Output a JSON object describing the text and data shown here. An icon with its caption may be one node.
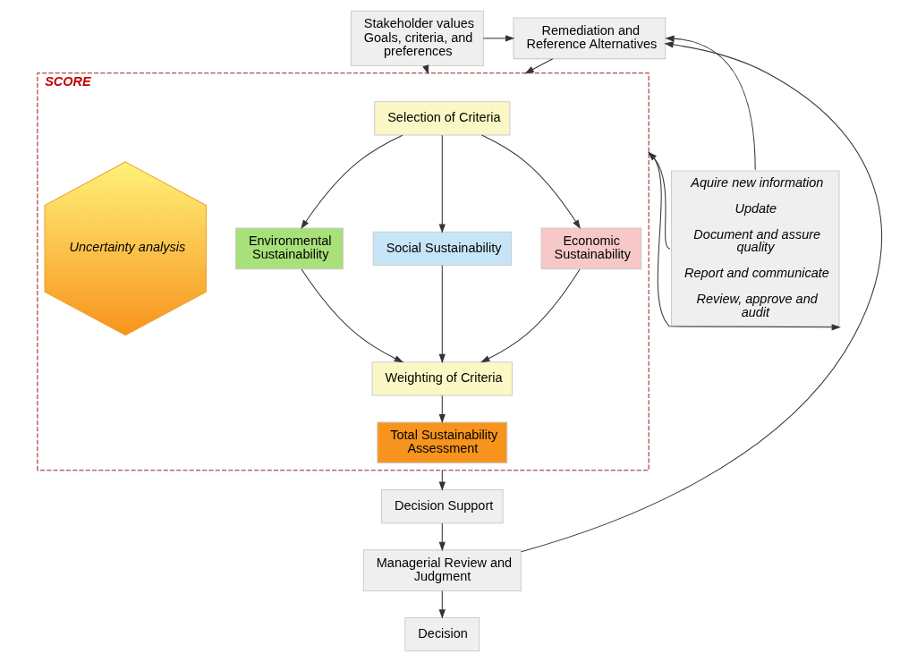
{
  "diagram": {
    "nodes": [
      {
        "text": [
          "Stakeholder values Goals, criteria, and preferences"
        ]
      },
      {
        "text": [
          "Remediation and Reference Alternatives"
        ]
      },
      {
        "text": [
          "SCORE"
        ]
      },
      {
        "text": [
          "Selection of Criteria"
        ],
        "in": 2
      },
      {
        "text": [
          "Environmental Sustainability"
        ],
        "in": 2
      },
      {
        "text": [
          "Social Sustainability"
        ],
        "in": 2
      },
      {
        "text": [
          "Economic Sustainability"
        ],
        "in": 2
      },
      {
        "text": [
          "Weighting of Criteria"
        ],
        "in": 2
      },
      {
        "text": [
          "Total Sustainability Assessment"
        ],
        "in": 2
      },
      {
        "text": [
          "Uncertainty analysis"
        ],
        "in": 2
      },
      {
        "text": [
          "Aquire new information",
          "Update",
          "Document and assure quality",
          "Report and communicate",
          "Review, approve and audit"
        ]
      },
      {
        "text": [
          "Decision Support"
        ]
      },
      {
        "text": [
          "Managerial Review and Judgment"
        ]
      },
      {
        "text": [
          "Decision"
        ]
      }
    ],
    "edges": [
      {
        "from": 0,
        "to": 1,
        "arrow": "to"
      },
      {
        "from": 0,
        "to": 2,
        "arrow": "to"
      },
      {
        "from": 1,
        "to": 2,
        "arrow": "to"
      },
      {
        "from": 10,
        "to": 1,
        "arrow": "to"
      },
      {
        "from": 10,
        "to": 2,
        "arrow": "to"
      },
      {
        "from": 2,
        "to": 10,
        "arrow": "to"
      },
      {
        "from": 3,
        "to": 4,
        "arrow": "to"
      },
      {
        "from": 3,
        "to": 5,
        "arrow": "to"
      },
      {
        "from": 3,
        "to": 6,
        "arrow": "to"
      },
      {
        "from": 4,
        "to": 7,
        "arrow": "to"
      },
      {
        "from": 5,
        "to": 7,
        "arrow": "to"
      },
      {
        "from": 6,
        "to": 7,
        "arrow": "to"
      },
      {
        "from": 7,
        "to": 8,
        "arrow": "to"
      },
      {
        "from": 2,
        "to": 11,
        "arrow": "to"
      },
      {
        "from": 11,
        "to": 12,
        "arrow": "to"
      },
      {
        "from": 12,
        "to": 13,
        "arrow": "to"
      },
      {
        "from": 12,
        "to": 1,
        "arrow": "to"
      }
    ]
  }
}
